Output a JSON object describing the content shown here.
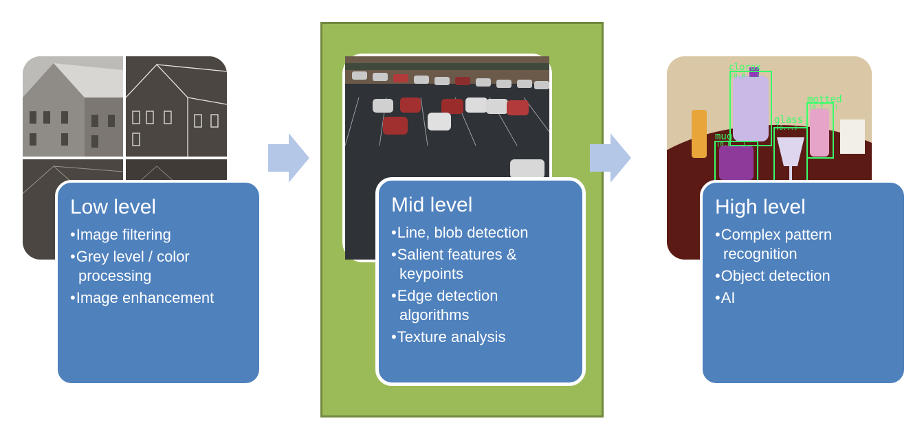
{
  "stages": [
    {
      "id": "low",
      "title": "Low level",
      "bullets": [
        "Image filtering",
        "Grey level / color processing",
        "Image enhancement"
      ]
    },
    {
      "id": "mid",
      "title": "Mid level",
      "bullets": [
        "Line, blob detection",
        "Salient features & keypoints",
        "Edge detection algorithms",
        "Texture analysis"
      ]
    },
    {
      "id": "high",
      "title": "High level",
      "bullets": [
        "Complex pattern recognition",
        "Object detection",
        "AI"
      ]
    }
  ],
  "detections": [
    {
      "label": "clorox",
      "score": "(0.8...)"
    },
    {
      "label": "mug",
      "score": "(0.8...)"
    },
    {
      "label": "glass",
      "score": "(0...)"
    },
    {
      "label": "motted",
      "score": "(0.7...)"
    }
  ],
  "colors": {
    "card_fill": "#4f81bd",
    "panel_fill": "#9bbb59",
    "panel_border": "#71893f",
    "arrow": "#b4c7e7",
    "detection_box": "#39ff6a"
  }
}
